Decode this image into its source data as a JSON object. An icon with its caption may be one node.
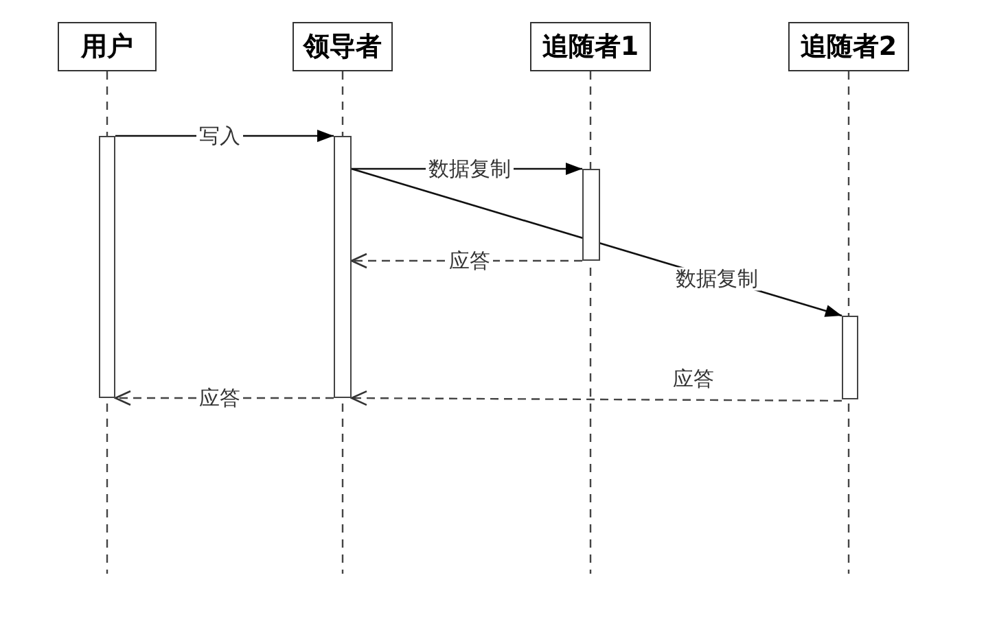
{
  "diagram": {
    "nodes": [
      {
        "text": [
          "用户"
        ]
      },
      {
        "text": [
          "领导者"
        ]
      },
      {
        "text": [
          "追随者1"
        ]
      },
      {
        "text": [
          "追随者2"
        ]
      },
      {
        "text": [],
        "shape": "bar"
      },
      {
        "text": [],
        "shape": "bar"
      },
      {
        "text": [],
        "shape": "bar"
      },
      {
        "text": [],
        "shape": "bar"
      }
    ],
    "edges": [
      {
        "from": 0,
        "to": null,
        "arrow": "none",
        "style": "dashed"
      },
      {
        "from": 1,
        "to": null,
        "arrow": "none",
        "style": "dashed"
      },
      {
        "from": 2,
        "to": null,
        "arrow": "none",
        "style": "dashed"
      },
      {
        "from": 3,
        "to": null,
        "arrow": "none",
        "style": "dashed"
      },
      {
        "from": 4,
        "to": 5,
        "arrow": "to",
        "label": "写入"
      },
      {
        "from": 5,
        "to": 6,
        "arrow": "to",
        "label": "数据复制"
      },
      {
        "from": 5,
        "to": 7,
        "arrow": "to",
        "label": "数据复制"
      },
      {
        "from": 6,
        "to": 5,
        "arrow": "to",
        "label": "应答",
        "style": "dashed"
      },
      {
        "from": 7,
        "to": 5,
        "arrow": "to",
        "label": "应答",
        "style": "dashed"
      },
      {
        "from": 5,
        "to": 4,
        "arrow": "to",
        "label": "应答",
        "style": "dashed"
      }
    ]
  }
}
